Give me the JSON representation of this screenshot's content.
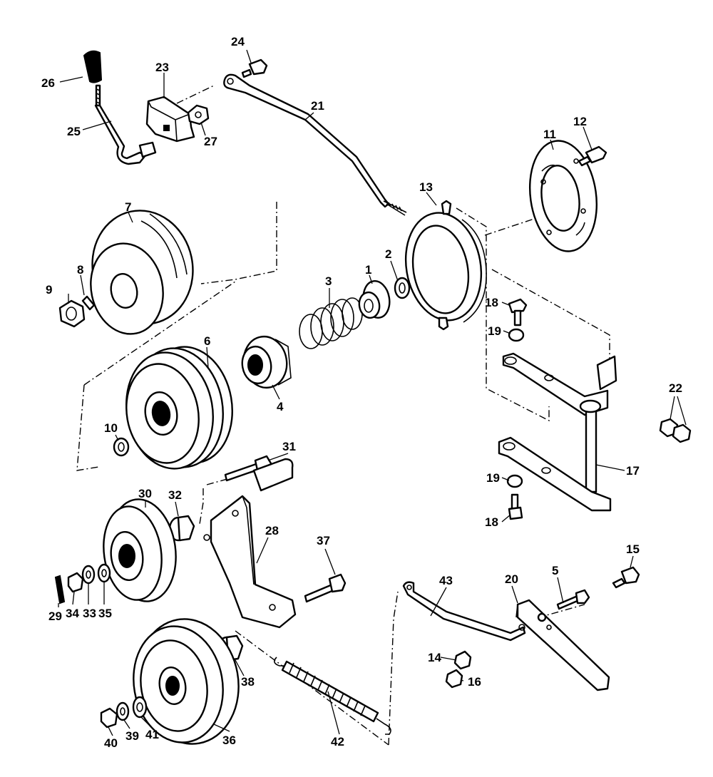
{
  "diagram": {
    "callouts": {
      "c1": "1",
      "c2": "2",
      "c3": "3",
      "c4": "4",
      "c5": "5",
      "c6": "6",
      "c7": "7",
      "c8": "8",
      "c9": "9",
      "c10": "10",
      "c11": "11",
      "c12": "12",
      "c13": "13",
      "c14": "14",
      "c15": "15",
      "c16": "16",
      "c17": "17",
      "c18a": "18",
      "c18b": "18",
      "c19a": "19",
      "c19b": "19",
      "c20": "20",
      "c21": "21",
      "c22": "22",
      "c23": "23",
      "c24": "24",
      "c25": "25",
      "c26": "26",
      "c27": "27",
      "c28": "28",
      "c29": "29",
      "c30": "30",
      "c31": "31",
      "c32": "32",
      "c33": "33",
      "c34": "34",
      "c35": "35",
      "c36": "36",
      "c37": "37",
      "c38": "38",
      "c39": "39",
      "c40": "40",
      "c41": "41",
      "c42": "42",
      "c43": "43"
    }
  }
}
